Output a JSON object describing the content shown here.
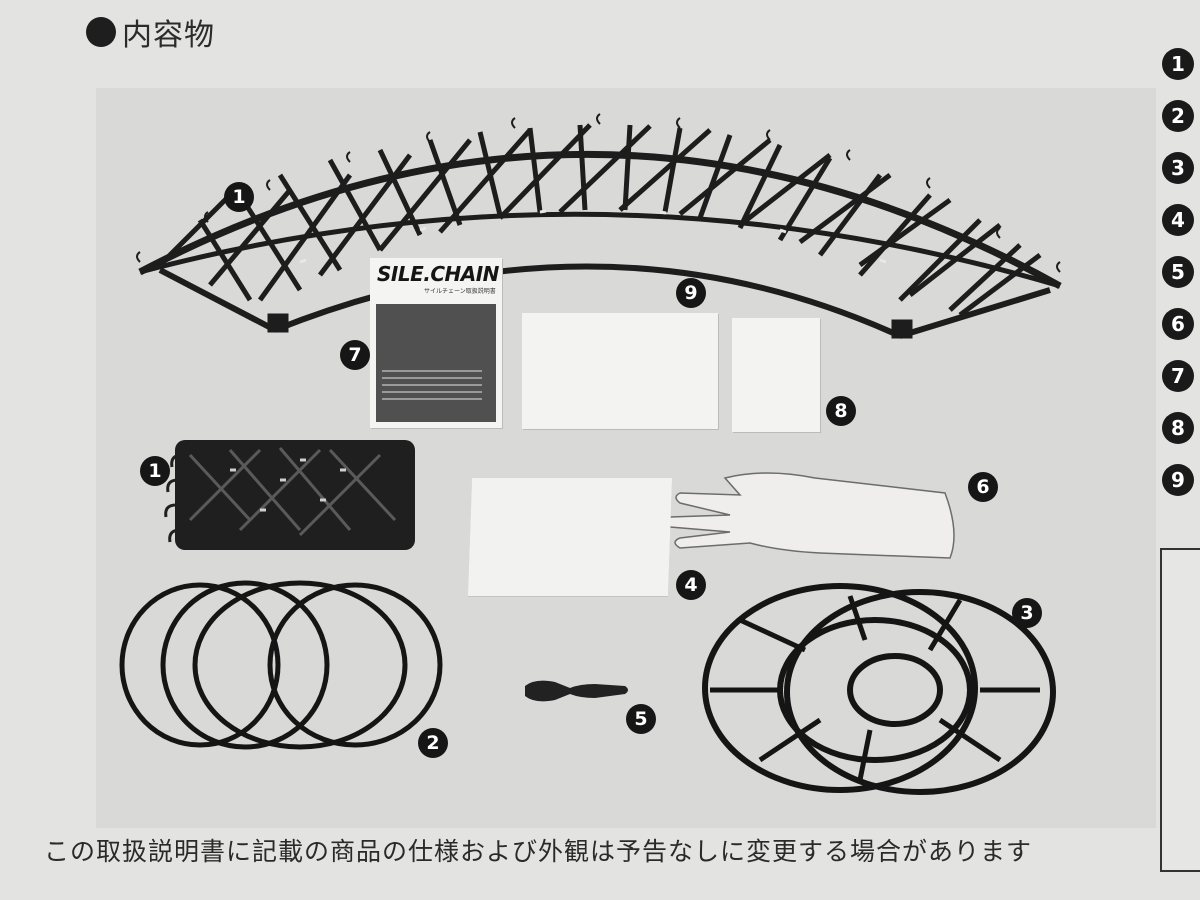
{
  "heading": {
    "title": "内容物"
  },
  "callouts": {
    "c1_top": "1",
    "c1_bottom": "1",
    "c2": "2",
    "c3": "3",
    "c4": "4",
    "c5": "5",
    "c6": "6",
    "c7": "7",
    "c8": "8",
    "c9": "9"
  },
  "side_list": [
    "1",
    "2",
    "3",
    "4",
    "5",
    "6",
    "7",
    "8",
    "9"
  ],
  "booklet": {
    "title": "SILE.CHAIN",
    "subtitle": "サイルチェーン取扱説明書"
  },
  "caption": "この取扱説明書に記載の商品の仕様および外観は予告なしに変更する場合があります"
}
